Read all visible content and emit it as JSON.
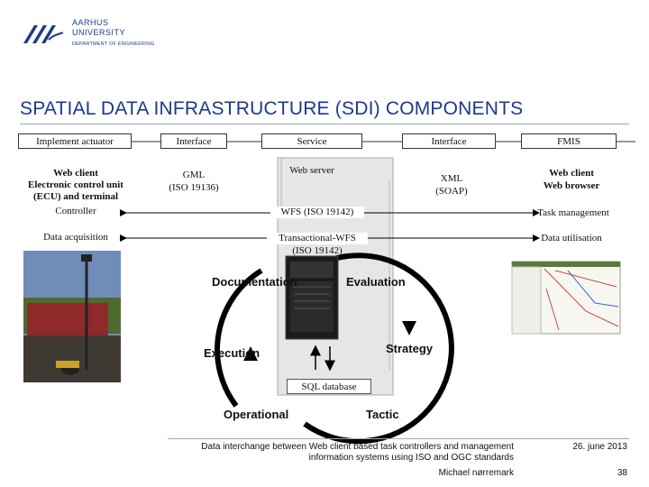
{
  "logo": {
    "line1": "AARHUS",
    "line2": "UNIVERSITY",
    "line3": "DEPARTMENT OF ENGINEERING"
  },
  "title": "SPATIAL DATA INFRASTRUCTURE (SDI) COMPONENTS",
  "columns": {
    "implement": "Implement actuator",
    "interface_left": "Interface",
    "service": "Service",
    "interface_right": "Interface",
    "fmis": "FMIS"
  },
  "left": {
    "line1": "Web client",
    "line2": "Electronic control unit",
    "line3": "(ECU) and terminal",
    "line4": "Controller",
    "data_acquisition": "Data acquisition"
  },
  "interface_left": {
    "line1": "GML",
    "line2": "(ISO 19136)"
  },
  "service": {
    "web_server": "Web server",
    "wfs": "WFS (ISO 19142)",
    "twfs_line1": "Transactional-WFS",
    "twfs_line2": "(ISO 19142)"
  },
  "interface_right": {
    "line1": "XML",
    "line2": "(SOAP)"
  },
  "fmis": {
    "line1": "Web client",
    "line2": "Web browser",
    "task_management": "Task management",
    "data_utilisation": "Data utilisation"
  },
  "cycle": {
    "documentation": "Documentation",
    "evaluation": "Evaluation",
    "strategy": "Strategy",
    "execution": "Execution",
    "operational": "Operational",
    "tactic": "Tactic"
  },
  "sql_database": "SQL database",
  "footer": {
    "caption_line1": "Data interchange between Web client based task controllers and management",
    "caption_line2": "information systems using ISO and OGC standards",
    "author": "Michael nørremark",
    "date": "26. june 2013",
    "page": "38"
  },
  "colors": {
    "logo_blue": "#1a3a8a",
    "line": "#000000",
    "shade": "#e6e6e6",
    "grey": "#c8c8c8"
  }
}
